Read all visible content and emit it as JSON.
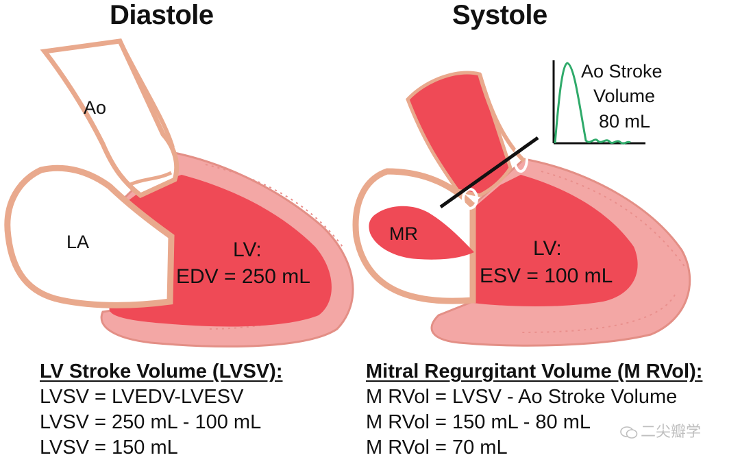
{
  "titles": {
    "diastole": "Diastole",
    "systole": "Systole"
  },
  "diastole_labels": {
    "ao": "Ao",
    "la": "LA",
    "lv_line1": "LV:",
    "lv_line2": "EDV = 250 mL"
  },
  "systole_labels": {
    "mr": "MR",
    "lv_line1": "LV:",
    "lv_line2": "ESV = 100 mL",
    "ao_sv_line1": "Ao Stroke",
    "ao_sv_line2": "Volume",
    "ao_sv_line3": "80 mL"
  },
  "left_formula": {
    "heading": "LV Stroke Volume (LVSV):",
    "line1": "LVSV = LVEDV-LVESV",
    "line2": "LVSV = 250 mL - 100 mL",
    "line3": "LVSV = 150 mL"
  },
  "right_formula": {
    "heading": "Mitral Regurgitant Volume (M RVol):",
    "line1": "M RVol = LVSV - Ao Stroke Volume",
    "line2": "M RVol = 150 mL - 80 mL",
    "line3": "M RVol = 70 mL"
  },
  "watermark": {
    "text": "二尖瓣学"
  },
  "colors": {
    "blood": "#ef4a56",
    "myocardium": "#f3a7a5",
    "wall_outline": "#e59a8a",
    "doppler_trace": "#2faa6a"
  }
}
